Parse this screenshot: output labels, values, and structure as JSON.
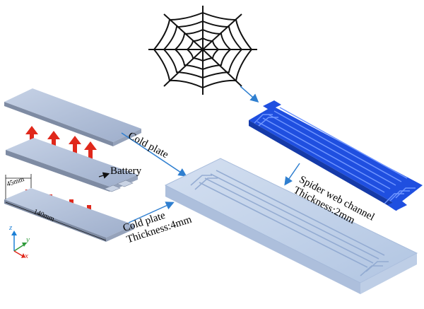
{
  "labels": {
    "cold_plate_top": "Cold plate",
    "battery": "Battery",
    "cold_plate_bottom_line1": "Cold plate",
    "cold_plate_bottom_line2": "Thickness:4mm",
    "spider_channel_line1": "Spider web channel",
    "spider_channel_line2": "Thickness:2mm",
    "dim_width": "45mm",
    "dim_length": "140mm"
  },
  "axes": {
    "z": "z",
    "y": "y",
    "x": "x"
  },
  "colors": {
    "plate_top": "#b9c6dc",
    "plate_side": "#8a97ad",
    "arrow_red": "#e0281b",
    "channel_blue": "#1f4fe0",
    "transparent_plate": "#b8cbe6",
    "pointer_blue": "#2f7fd0",
    "axis_z": "#1b7fd6",
    "axis_y": "#2e9a3a",
    "axis_x": "#e0281b"
  }
}
